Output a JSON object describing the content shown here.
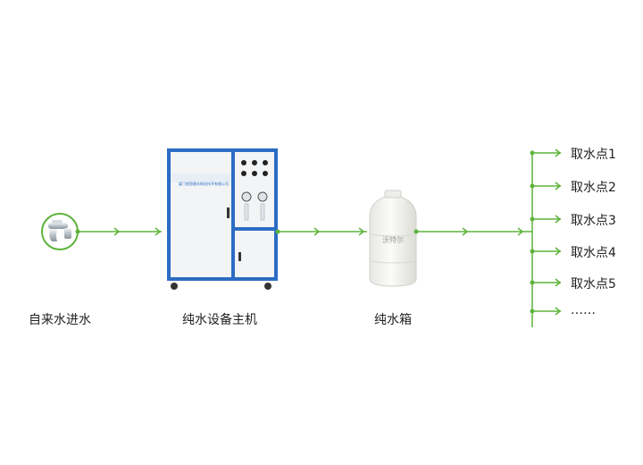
{
  "colors": {
    "flow_line": "#5db33a",
    "machine_frame": "#2b6cc4",
    "machine_body": "#f2f4f6",
    "tank_body": "#f7f7f5",
    "text": "#222222"
  },
  "nodes": {
    "source": {
      "label": "自来水进水",
      "icon": "faucet-icon"
    },
    "machine": {
      "label": "纯水设备主机",
      "icon": "water-purifier-machine-icon",
      "nameplate": "厦门锐思捷水纯化技术有限公司"
    },
    "tank": {
      "label": "纯水箱",
      "icon": "water-tank-icon",
      "tank_text": "沃特尔"
    }
  },
  "outlets": [
    {
      "label": "取水点1"
    },
    {
      "label": "取水点2"
    },
    {
      "label": "取水点3"
    },
    {
      "label": "取水点4"
    },
    {
      "label": "取水点5"
    },
    {
      "label": "……"
    }
  ]
}
